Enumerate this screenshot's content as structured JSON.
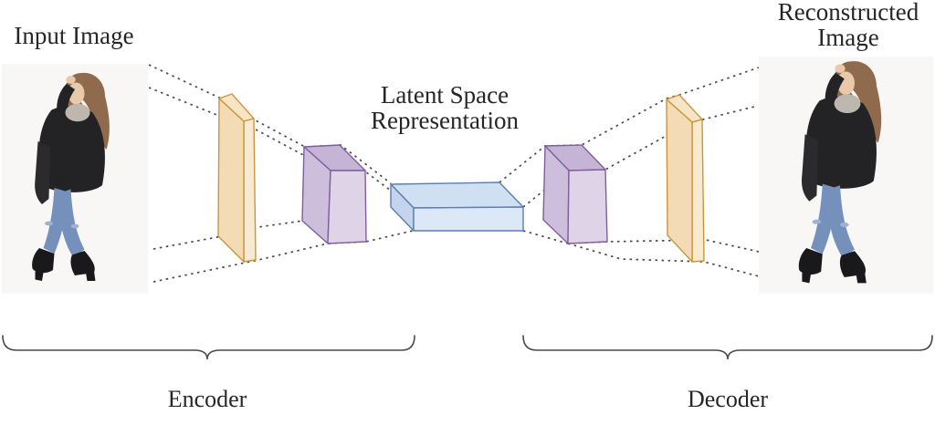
{
  "diagram": {
    "title_hint": "Autoencoder architecture",
    "input_label": "Input Image",
    "reconstructed_label_line1": "Reconstructed",
    "reconstructed_label_line2": "Image",
    "latent_label_line1": "Latent Space",
    "latent_label_line2": "Representation",
    "encoder_label": "Encoder",
    "decoder_label": "Decoder"
  },
  "colors": {
    "text": "#262626",
    "dashed_line": "#4a4a4a",
    "brace": "#4a4a4a",
    "photo_background": "#f8f7f5",
    "conv_front": "#f2dbb5",
    "conv_side": "#f8ead0",
    "conv_top": "#f6e4c4",
    "conv_stroke": "#c9963f",
    "dense_front": "#ded3e7",
    "dense_side": "#cdbfdc",
    "dense_top": "#c6b4d7",
    "dense_stroke": "#7e5f9e",
    "latent_front": "#dce8f8",
    "latent_side": "#c3d4ec",
    "latent_top": "#cfe0f3",
    "latent_stroke": "#5b7fb0"
  },
  "figure": {
    "hair": "#8f6a4d",
    "skin": "#eac9ab",
    "top": "#232325",
    "scarf": "#bdb7b0",
    "bag": "#2b2b2d",
    "jeans": "#7590bb",
    "jeans_rip": "#9fb2d1",
    "boots": "#19191b"
  }
}
